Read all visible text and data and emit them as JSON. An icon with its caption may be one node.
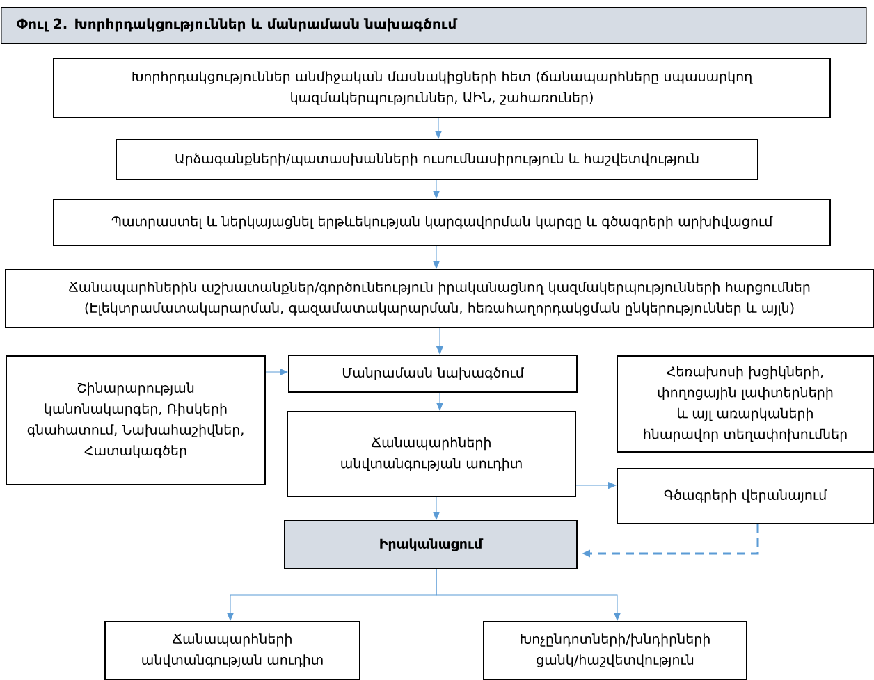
{
  "diagram": {
    "title": "Փուլ 2. Խորհրդակցություններ և մանրամասն նախագծում",
    "nodes": [
      {
        "text": [
          "Խորհրդակցություններ անմիջական մասնակիցների հետ (ճանապարհները սպասարկող կազմակերպություններ, ԱԻՆ, շահառուներ)"
        ]
      },
      {
        "text": [
          "Արձագանքների/պատասխանների ուսումնասիրություն և հաշվետվություն"
        ]
      },
      {
        "text": [
          "Պատրաստել և ներկայացնել երթևեկության կարգավորման կարգը և գծագրերի արխիվացում"
        ]
      },
      {
        "text": [
          "Ճանապարհներին աշխատանքներ/գործունեություն իրականացնող կազմակերպությունների հարցումներ (Էլեկտրամատակարարման, գազամատակարարման, հեռահաղորդակցման ընկերություններ և այլն)"
        ]
      },
      {
        "text": [
          "Շինարարության կանոնակարգեր, Ռիսկերի գնահատում, Նախահաշիվներ, Հատակագծեր"
        ]
      },
      {
        "text": [
          "Մանրամասն նախագծում"
        ]
      },
      {
        "text": [
          "Հեռախոսի խցիկների, փողոցային լափտերների և այլ առարկաների հնարավոր տեղափոխումներ"
        ]
      },
      {
        "text": [
          "Ճանապարհների անվտանգության աուդիտ"
        ]
      },
      {
        "text": [
          "Գծագրերի վերանայում"
        ]
      },
      {
        "text": [
          "Իրականացում"
        ]
      },
      {
        "text": [
          "Ճանապարհների անվտանգության աուդիտ"
        ]
      },
      {
        "text": [
          "Խոչընդոտների/խնդիրների ցանկ/հաշվետվություն"
        ]
      }
    ],
    "edges": [
      {
        "from": 0,
        "to": 1,
        "arrow": "to"
      },
      {
        "from": 1,
        "to": 2,
        "arrow": "to"
      },
      {
        "from": 2,
        "to": 3,
        "arrow": "to"
      },
      {
        "from": 3,
        "to": 5,
        "arrow": "to"
      },
      {
        "from": 4,
        "to": 5,
        "arrow": "to"
      },
      {
        "from": 5,
        "to": 7,
        "arrow": "to"
      },
      {
        "from": 7,
        "to": 8,
        "arrow": "to"
      },
      {
        "from": 7,
        "to": 9,
        "arrow": "to"
      },
      {
        "from": 8,
        "to": 9,
        "arrow": "to",
        "style": "dashed"
      },
      {
        "from": 9,
        "to": 10,
        "arrow": "to"
      },
      {
        "from": 9,
        "to": 11,
        "arrow": "to"
      }
    ]
  }
}
